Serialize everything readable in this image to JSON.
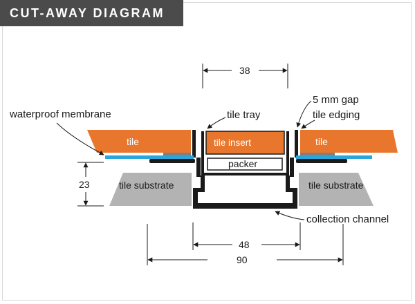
{
  "title": "CUT-AWAY DIAGRAM",
  "labels": {
    "waterproof_membrane": "waterproof membrane",
    "tile_tray": "tile tray",
    "gap": "5 mm gap",
    "tile_edging": "tile edging",
    "tile_left": "tile",
    "tile_right": "tile",
    "tile_insert": "tile insert",
    "packer": "packer",
    "tile_substrate_left": "tile substrate",
    "tile_substrate_right": "tile substrate",
    "collection_channel": "collection channel"
  },
  "dimensions": {
    "top_width": "38",
    "substrate_height": "23",
    "channel_width": "48",
    "overall_width": "90"
  },
  "colors": {
    "tile": "#e8762c",
    "substrate": "#b3b3b3",
    "membrane": "#2aa6dd",
    "channel": "#1a1a1a",
    "title_bar": "#4b4b4b"
  }
}
